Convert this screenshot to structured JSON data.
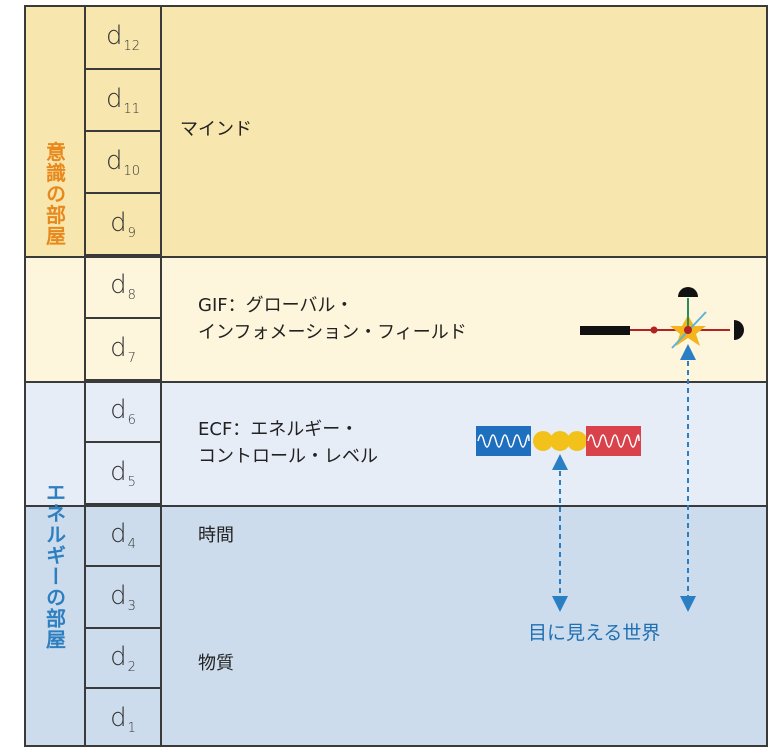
{
  "side_labels": {
    "consciousness_room": "意識の部屋",
    "energy_room": "エネルギーの部屋"
  },
  "dimensions": [
    {
      "base": "d",
      "sub": "12"
    },
    {
      "base": "d",
      "sub": "11"
    },
    {
      "base": "d",
      "sub": "10"
    },
    {
      "base": "d",
      "sub": "9"
    },
    {
      "base": "d",
      "sub": "8"
    },
    {
      "base": "d",
      "sub": "7"
    },
    {
      "base": "d",
      "sub": "6"
    },
    {
      "base": "d",
      "sub": "5"
    },
    {
      "base": "d",
      "sub": "4"
    },
    {
      "base": "d",
      "sub": "3"
    },
    {
      "base": "d",
      "sub": "2"
    },
    {
      "base": "d",
      "sub": "1"
    }
  ],
  "layers": {
    "mind": "マインド",
    "gif_line1": "GIF：グローバル・",
    "gif_line2": "インフォメーション・フィールド",
    "ecf_line1": "ECF：エネルギー・",
    "ecf_line2": "コントロール・レベル",
    "time": "時間",
    "matter": "物質"
  },
  "visible_world_label": "目に見える世界",
  "colors": {
    "consciousness_accent": "#e8891d",
    "energy_accent": "#2d7fc0",
    "mind_band": "#f7e6ad",
    "gif_band": "#fdf5dc",
    "ecf_band": "#e6edf7",
    "matter_band": "#cddcec",
    "wave_blue": "#1f6fbf",
    "wave_red": "#d9414b",
    "chain_yellow": "#f2c21a",
    "arrow_blue": "#2a7fc4"
  }
}
